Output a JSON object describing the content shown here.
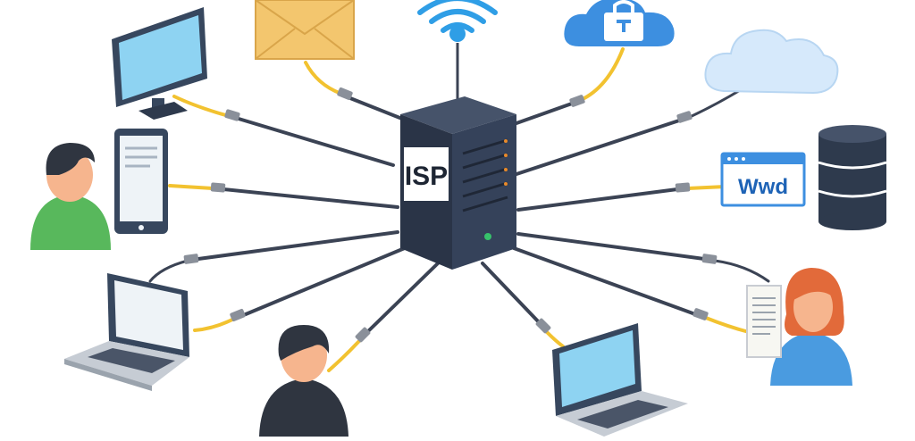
{
  "server": {
    "label": "ISP"
  },
  "browser_window": {
    "label": "Wwd"
  },
  "colors": {
    "cable": "#3b4354",
    "lead": "#f2c230",
    "connector": "#8a909a",
    "server_body": "#2e3a4d",
    "server_light": "#37c26b",
    "wifi": "#2f9ee6",
    "cloud_blue": "#3d8fe0",
    "cloud_light": "#d6e9fb",
    "envelope": "#f3c66e",
    "screen": "#8ed3f2",
    "device_frame": "#37475e",
    "person_green": "#58b85c",
    "person_blue": "#4a9be0",
    "person_dark": "#2f3540",
    "hair_orange": "#e26a3a",
    "skin": "#f6b58e"
  },
  "nodes": [
    {
      "id": "desktop-monitor",
      "icon": "monitor-icon"
    },
    {
      "id": "email",
      "icon": "envelope-icon"
    },
    {
      "id": "wifi",
      "icon": "wifi-icon"
    },
    {
      "id": "secure-cloud",
      "icon": "cloud-lock-icon"
    },
    {
      "id": "cloud",
      "icon": "cloud-icon"
    },
    {
      "id": "web-database",
      "icon": "database-icon"
    },
    {
      "id": "user-left",
      "icon": "person-icon"
    },
    {
      "id": "tablet",
      "icon": "tablet-icon"
    },
    {
      "id": "laptop-left",
      "icon": "laptop-icon"
    },
    {
      "id": "user-bottom",
      "icon": "person-icon"
    },
    {
      "id": "laptop-bottom",
      "icon": "laptop-icon"
    },
    {
      "id": "user-right",
      "icon": "person-icon"
    },
    {
      "id": "document",
      "icon": "document-icon"
    }
  ]
}
